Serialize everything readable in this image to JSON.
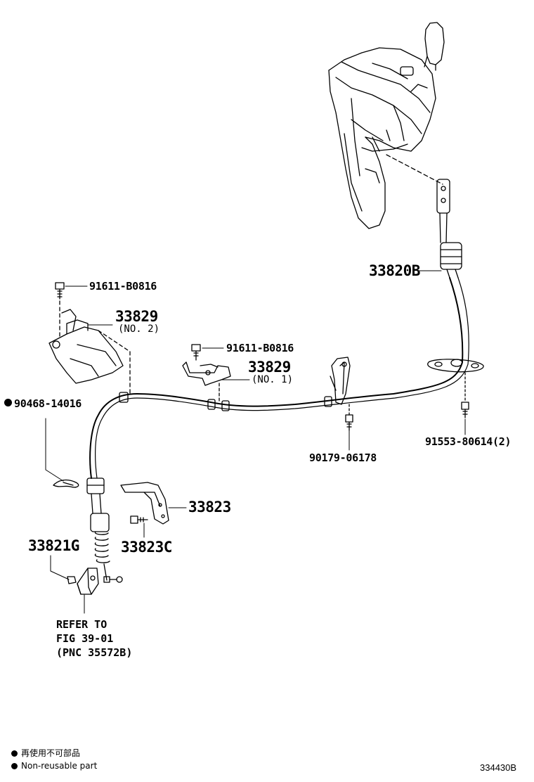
{
  "parts": {
    "p33820b": "33820B",
    "p91611_upper": "91611-B0816",
    "p33829_no2": "33829",
    "p33829_no2_sub": "(NO. 2)",
    "p91611_mid": "91611-B0816",
    "p33829_no1": "33829",
    "p33829_no1_sub": "(NO. 1)",
    "p90468": "90468-14016",
    "p90179": "90179-06178",
    "p91553": "91553-80614(2)",
    "p33823": "33823",
    "p33823c": "33823C",
    "p33821g": "33821G"
  },
  "refer_note": "REFER TO\nFIG 39-01\n(PNC 35572B)",
  "legend": {
    "jp": "再使用不可部品",
    "en": "Non-reusable part"
  },
  "figure_id": "334430B"
}
